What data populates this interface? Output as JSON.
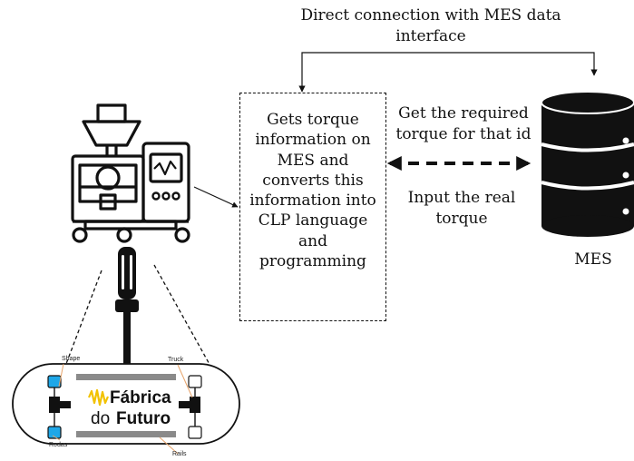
{
  "diagram": {
    "top_connection_label": "Direct connection with MES data interface",
    "process_box_text": "Gets torque information on MES and converts this information into CLP language and programming",
    "arrow_label_top": "Get the required torque for that id",
    "arrow_label_bottom": "Input the real torque",
    "database_label": "MES",
    "skateboard": {
      "callout_shape": "Shape",
      "callout_truck": "Truck",
      "callout_wheels": "Rodas",
      "callout_rails": "Rails",
      "logo_line1": "Fábrica",
      "logo_line2_a": "do",
      "logo_line2_b": "Futuro"
    }
  },
  "colors": {
    "line": "#111111",
    "wheel_blue": "#1ea7e8",
    "rail_gray": "#8a8a8a",
    "logo_yellow": "#f2c200",
    "callout_orange": "#e7a46b"
  }
}
